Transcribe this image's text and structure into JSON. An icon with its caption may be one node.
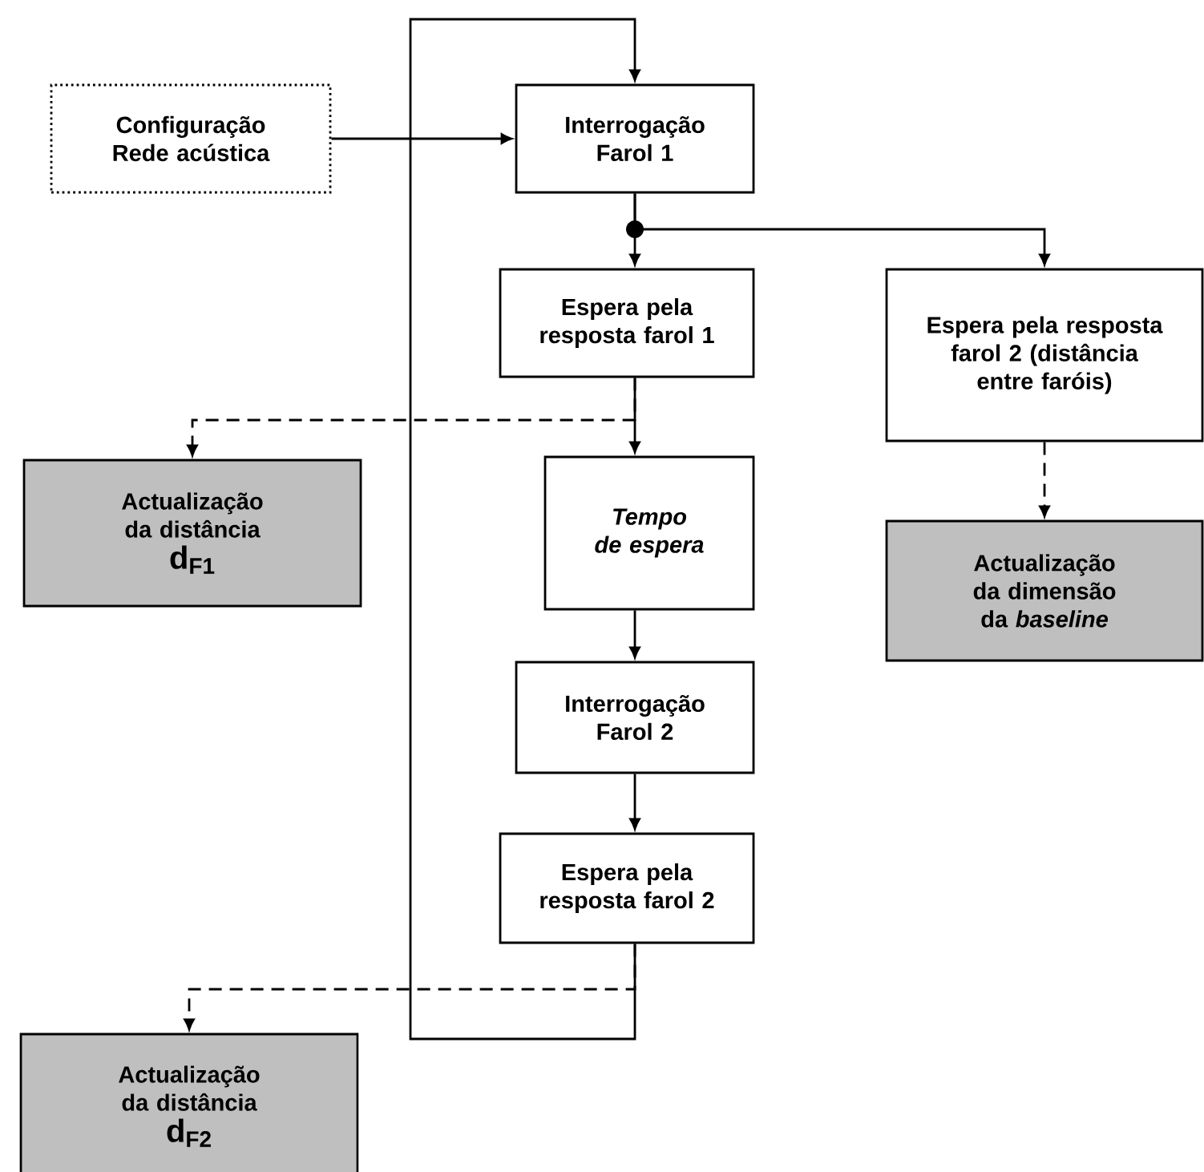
{
  "diagram": {
    "nodes": [
      {
        "text": [
          "Configuração Rede acústica"
        ]
      },
      {
        "text": [
          "Interrogação Farol 1"
        ]
      },
      {
        "text": [
          "Espera pela resposta farol 1"
        ]
      },
      {
        "text": [
          "Espera pela resposta farol 2 (distância entre faróis)"
        ]
      },
      {
        "text": [
          "Actualização da distância",
          "d$_{F1}$"
        ]
      },
      {
        "text": [
          "Tempo de espera"
        ]
      },
      {
        "text": [
          "Interrogação Farol 2"
        ]
      },
      {
        "text": [
          "Espera pela resposta farol 2"
        ]
      },
      {
        "text": [
          "Actualização da dimensão da *baseline*"
        ]
      },
      {
        "text": [
          "Actualização da distância",
          "d$_{F2}$"
        ]
      }
    ],
    "edges": [
      {
        "from": 0,
        "to": 1,
        "arrow": "to"
      },
      {
        "from": 1,
        "to": 2,
        "arrow": "to"
      },
      {
        "from": 1,
        "to": 3,
        "arrow": "to"
      },
      {
        "from": 2,
        "to": 5,
        "arrow": "to"
      },
      {
        "from": 2,
        "to": 4,
        "arrow": "to",
        "style": "dashed"
      },
      {
        "from": 3,
        "to": 8,
        "arrow": "to",
        "style": "dashed"
      },
      {
        "from": 5,
        "to": 6,
        "arrow": "to"
      },
      {
        "from": 6,
        "to": 7,
        "arrow": "to"
      },
      {
        "from": 7,
        "to": 1,
        "arrow": "to"
      },
      {
        "from": 7,
        "to": 9,
        "arrow": "to",
        "style": "dashed"
      }
    ]
  }
}
